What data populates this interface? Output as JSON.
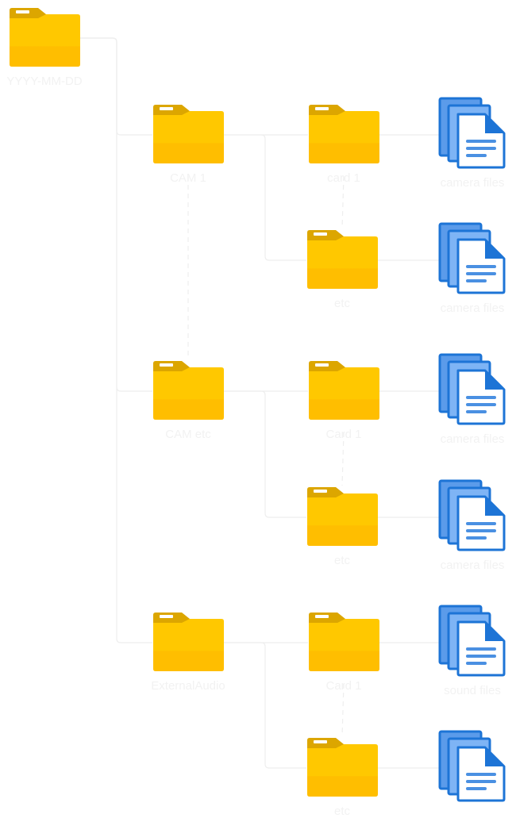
{
  "diagram": {
    "title": "",
    "colors": {
      "folder_body": "#FFC800",
      "folder_body_bottom": "#FFBE00",
      "folder_tab": "#DCA600",
      "folder_tab_slot": "#FFFFFF",
      "file_dark": "#1D74D6",
      "file_mid": "#5B9BEA",
      "file_light": "#7EB4F5",
      "file_paper": "#FFFFFF",
      "file_lines": "#4A90E2",
      "connector": "#EEEEEE",
      "label": "#F2F2F2"
    },
    "nodes": [
      {
        "id": "root",
        "type": "folder",
        "label": "YYYY-MM-DD"
      },
      {
        "id": "cam1",
        "type": "folder",
        "label": "CAM 1"
      },
      {
        "id": "cam1_card1",
        "type": "folder",
        "label": "card 1"
      },
      {
        "id": "cam1_card1_files",
        "type": "files",
        "label": "camera files"
      },
      {
        "id": "cam1_etc",
        "type": "folder",
        "label": "etc"
      },
      {
        "id": "cam1_etc_files",
        "type": "files",
        "label": "camera files"
      },
      {
        "id": "cametc",
        "type": "folder",
        "label": "CAM etc"
      },
      {
        "id": "cametc_card1",
        "type": "folder",
        "label": "Card 1"
      },
      {
        "id": "cametc_card1_files",
        "type": "files",
        "label": "camera files"
      },
      {
        "id": "cametc_etc",
        "type": "folder",
        "label": "etc"
      },
      {
        "id": "cametc_etc_files",
        "type": "files",
        "label": "camera files"
      },
      {
        "id": "audio",
        "type": "folder",
        "label": "ExternalAudio"
      },
      {
        "id": "audio_card1",
        "type": "folder",
        "label": "Card 1"
      },
      {
        "id": "audio_card1_files",
        "type": "files",
        "label": "sound files"
      },
      {
        "id": "audio_etc",
        "type": "folder",
        "label": "etc"
      },
      {
        "id": "audio_etc_files",
        "type": "files",
        "label": ""
      }
    ],
    "edges": [
      {
        "from": "root",
        "to": "cam1",
        "style": "solid"
      },
      {
        "from": "root",
        "to": "cametc",
        "style": "solid"
      },
      {
        "from": "root",
        "to": "audio",
        "style": "solid"
      },
      {
        "from": "cam1",
        "to": "cam1_card1",
        "style": "solid"
      },
      {
        "from": "cam1",
        "to": "cam1_etc",
        "style": "solid"
      },
      {
        "from": "cam1_card1",
        "to": "cam1_card1_files",
        "style": "solid"
      },
      {
        "from": "cam1_etc",
        "to": "cam1_etc_files",
        "style": "solid"
      },
      {
        "from": "cam1",
        "to": "cametc",
        "style": "dashed"
      },
      {
        "from": "cam1_card1",
        "to": "cam1_etc",
        "style": "dashed"
      },
      {
        "from": "cametc",
        "to": "cametc_card1",
        "style": "solid"
      },
      {
        "from": "cametc",
        "to": "cametc_etc",
        "style": "solid"
      },
      {
        "from": "cametc_card1",
        "to": "cametc_card1_files",
        "style": "solid"
      },
      {
        "from": "cametc_etc",
        "to": "cametc_etc_files",
        "style": "solid"
      },
      {
        "from": "cametc_card1",
        "to": "cametc_etc",
        "style": "dashed"
      },
      {
        "from": "audio",
        "to": "audio_card1",
        "style": "solid"
      },
      {
        "from": "audio",
        "to": "audio_etc",
        "style": "solid"
      },
      {
        "from": "audio_card1",
        "to": "audio_card1_files",
        "style": "solid"
      },
      {
        "from": "audio_etc",
        "to": "audio_etc_files",
        "style": "solid"
      },
      {
        "from": "audio_card1",
        "to": "audio_etc",
        "style": "dashed"
      }
    ]
  }
}
